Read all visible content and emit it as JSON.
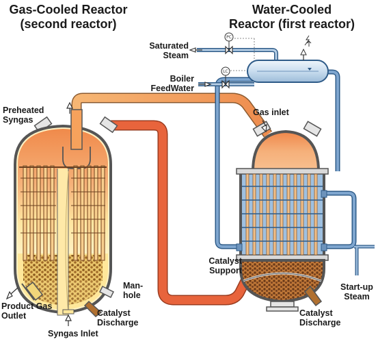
{
  "titles": {
    "gas_cooled_line1": "Gas-Cooled Reactor",
    "gas_cooled_line2": "(second reactor)",
    "water_cooled_line1": "Water-Cooled",
    "water_cooled_line2": "Reactor (first reactor)"
  },
  "labels": {
    "saturated_steam_1": "Saturated",
    "saturated_steam_2": "Steam",
    "boiler_feedwater_1": "Boiler",
    "boiler_feedwater_2": "FeedWater",
    "preheated_syngas_1": "Preheated",
    "preheated_syngas_2": "Syngas",
    "gas_inlet": "Gas inlet",
    "catalyst_support_1": "Catalyst",
    "catalyst_support_2": "Support",
    "manhole_1": "Man-",
    "manhole_2": "hole",
    "product_gas_outlet_1": "Product Gas",
    "product_gas_outlet_2": "Outlet",
    "catalyst_discharge_left_1": "Catalyst",
    "catalyst_discharge_left_2": "Discharge",
    "syngas_inlet": "Syngas Inlet",
    "catalyst_discharge_right_1": "Catalyst",
    "catalyst_discharge_right_2": "Discharge",
    "startup_steam_1": "Start-up",
    "startup_steam_2": "Steam"
  },
  "instrument_tags": {
    "pressure_controller": "PC",
    "level_controller": "LC"
  },
  "colors": {
    "hot_top": "#f08a4b",
    "hot_mid": "#f6c48a",
    "catalyst_bed": "#ffe79a",
    "catalyst_pellets": "#b07a2a",
    "syngas_pipe": "#f2a85a",
    "hot_pipe": "#e8643c",
    "water_pipe": "#4f7fb0",
    "drum_water": "#c9ddef",
    "tube_blue": "#5b86b8",
    "outline": "#555555"
  }
}
